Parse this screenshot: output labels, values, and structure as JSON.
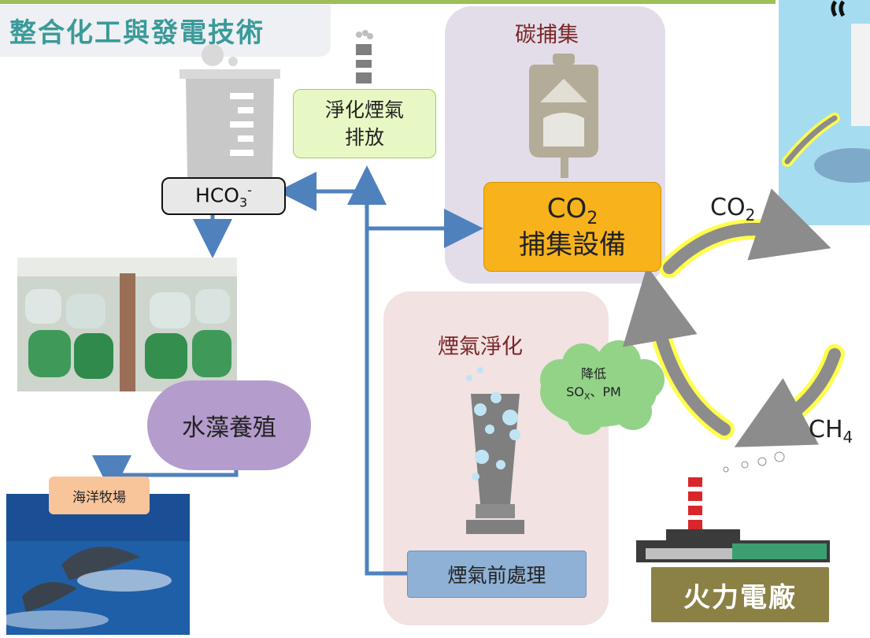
{
  "title": "整合化工與發電技術",
  "panels": {
    "capture": "碳捕集",
    "flue_cleaning": "煙氣淨化"
  },
  "boxes": {
    "exhaust_line1": "淨化煙氣",
    "exhaust_line2": "排放",
    "hco3_base": "HCO",
    "hco3_sub": "3",
    "hco3_sup": "-",
    "co2_equipment_base": "CO",
    "co2_equipment_sub": "2",
    "co2_equipment_label": "捕集設備",
    "pretreatment": "煙氣前處理",
    "algae": "水藻養殖",
    "ocean_ranch": "海洋牧場",
    "power_plant": "火力電廠"
  },
  "cloud": {
    "line1": "降低",
    "so_base": "SO",
    "so_sub": "X",
    "rest": "、PM"
  },
  "cycle": {
    "co2_base": "CO",
    "co2_sub": "2",
    "ch4_base": "CH",
    "ch4_sub": "4"
  },
  "colors": {
    "title": "#3a9a9a",
    "flow_arrow": "#4f81bd",
    "cycle_arrow": "#8c8c8c",
    "cycle_glow": "#ffff4d",
    "equipment": "#f7b21c"
  }
}
